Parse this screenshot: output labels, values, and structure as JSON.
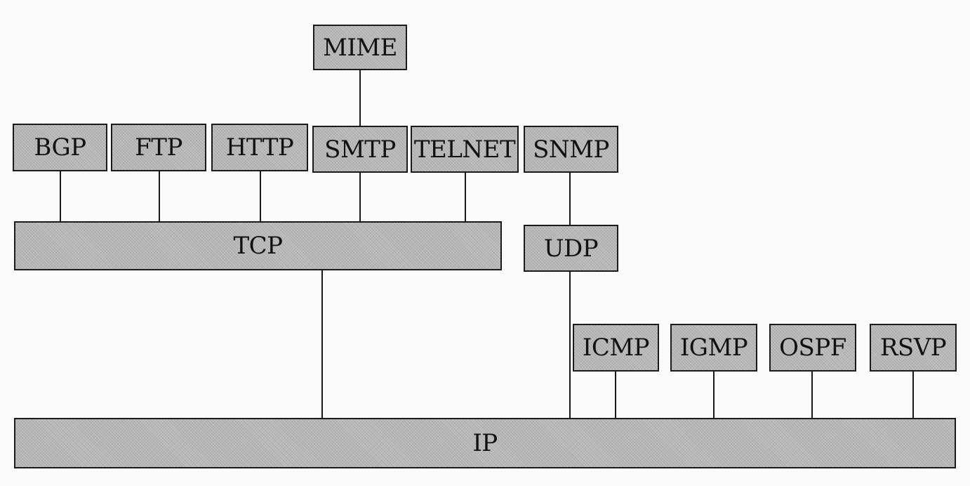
{
  "protocols": {
    "mime": "MIME",
    "bgp": "BGP",
    "ftp": "FTP",
    "http": "HTTP",
    "smtp": "SMTP",
    "telnet": "TELNET",
    "snmp": "SNMP",
    "tcp": "TCP",
    "udp": "UDP",
    "icmp": "ICMP",
    "igmp": "IGMP",
    "ospf": "OSPF",
    "rsvp": "RSVP",
    "ip": "IP"
  },
  "colors": {
    "box_fill": "#b9b9b9",
    "border": "#1a1a1a",
    "background": "#fbfbfb"
  }
}
